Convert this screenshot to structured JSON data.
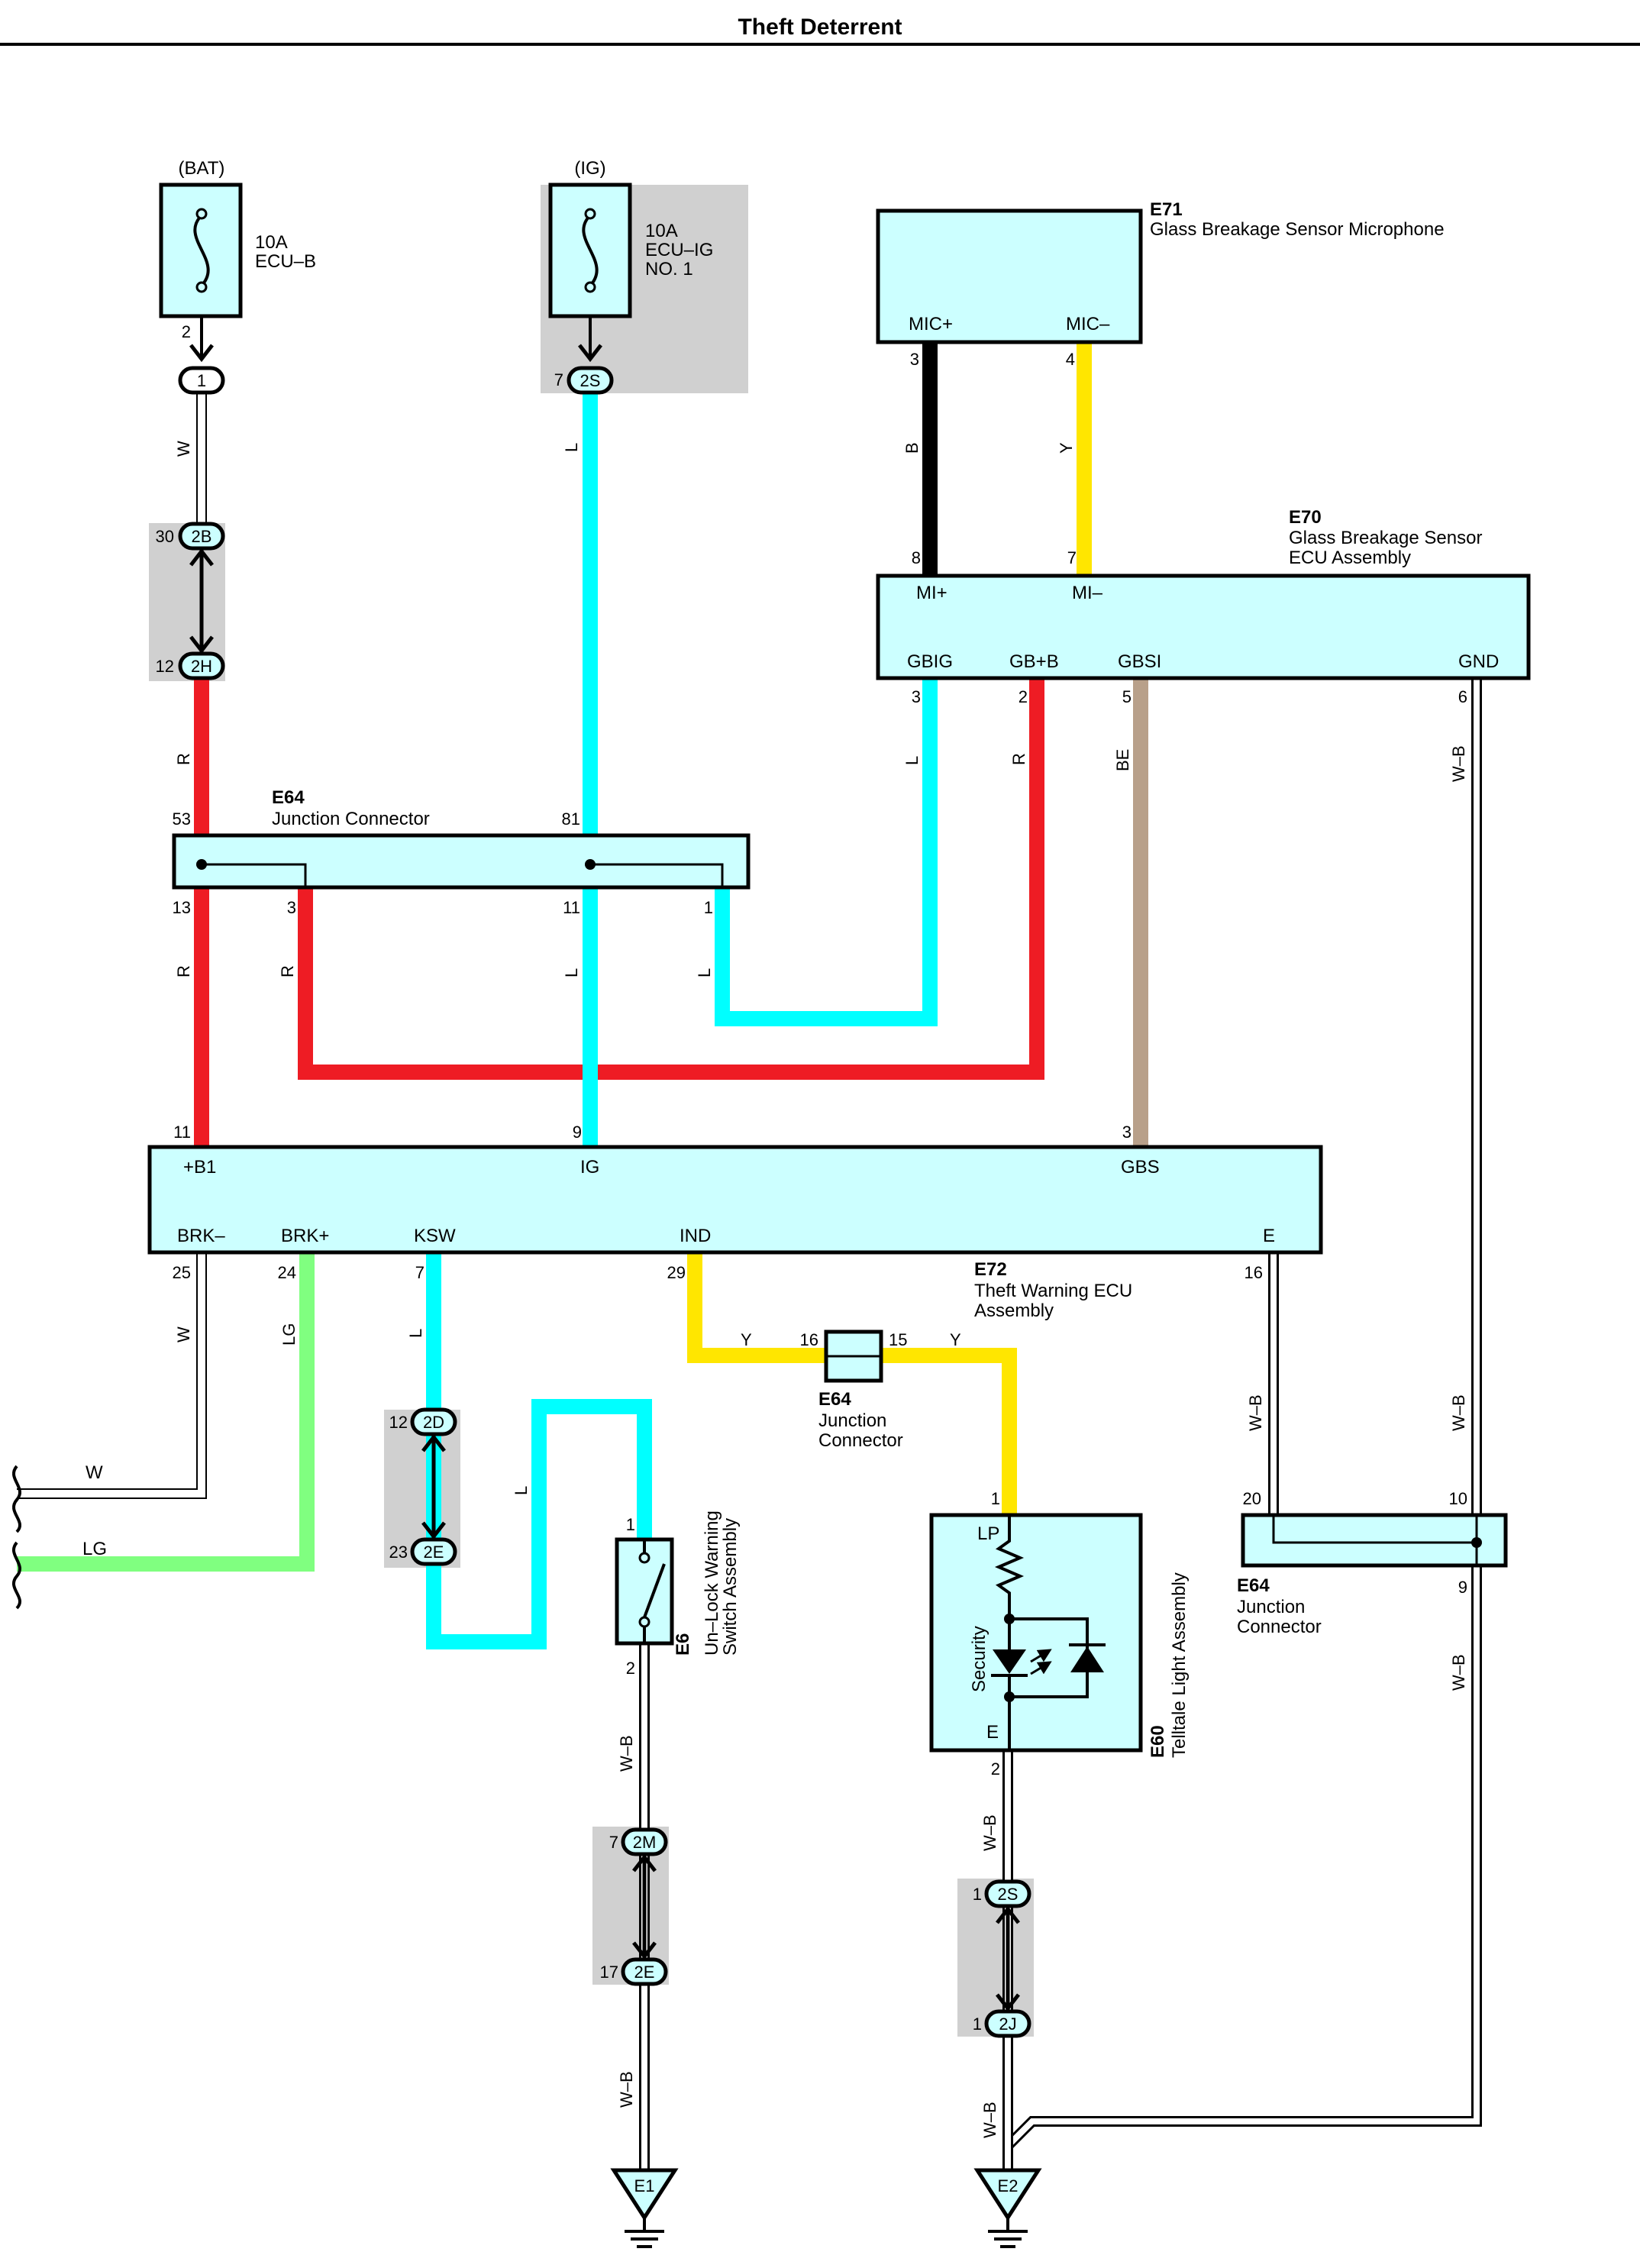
{
  "title": "Theft Deterrent",
  "fuses": {
    "bat": {
      "source": "(BAT)",
      "rating": "10A",
      "name": "ECU–B",
      "pin_out": "2",
      "connector": "1"
    },
    "ig": {
      "source": "(IG)",
      "rating": "10A",
      "name": "ECU–IG",
      "name2": "NO. 1",
      "pin_out": "7",
      "connector": "2S"
    }
  },
  "components": {
    "e71": {
      "code": "E71",
      "name": "Glass Breakage Sensor Microphone",
      "mic_plus": "MIC+",
      "mic_minus": "MIC–",
      "pin_a": "3",
      "pin_b": "4"
    },
    "e70": {
      "code": "E70",
      "name": "Glass Breakage Sensor",
      "name2": "ECU Assembly",
      "mi_plus": "MI+",
      "mi_minus": "MI–",
      "gbig": "GBIG",
      "gbb": "GB+B",
      "gbsi": "GBSI",
      "gnd": "GND",
      "pin_miplus": "8",
      "pin_miminus": "7",
      "pin_gbig": "3",
      "pin_gbb": "2",
      "pin_gbsi": "5",
      "pin_gnd": "6"
    },
    "e64_top": {
      "code": "E64",
      "name": "Junction Connector",
      "pin53": "53",
      "pin81": "81",
      "pin13": "13",
      "pin3": "3",
      "pin11": "11",
      "pin1": "1"
    },
    "e72": {
      "code": "E72",
      "name": "Theft Warning ECU",
      "name2": "Assembly",
      "b1": "+B1",
      "ig": "IG",
      "gbs": "GBS",
      "brk_minus": "BRK–",
      "brk_plus": "BRK+",
      "ksw": "KSW",
      "ind": "IND",
      "e": "E",
      "pin_b1": "11",
      "pin_ig": "9",
      "pin_gbs": "3",
      "pin_brkm": "25",
      "pin_brkp": "24",
      "pin_ksw": "7",
      "pin_ind": "29",
      "pin_e": "16"
    },
    "e64_mid": {
      "code": "E64",
      "name": "Junction",
      "name2": "Connector",
      "pin16": "16",
      "pin15": "15"
    },
    "e64_right": {
      "code": "E64",
      "name": "Junction",
      "name2": "Connector",
      "pin20": "20",
      "pin10": "10",
      "pin9": "9"
    },
    "e6": {
      "code": "E6",
      "name": "Un–Lock Warning",
      "name2": "Switch Assembly",
      "pin1": "1",
      "pin2": "2"
    },
    "e60": {
      "code": "E60",
      "name": "Telltale Light Assembly",
      "lp": "LP",
      "security": "Security",
      "e": "E",
      "pin1": "1",
      "pin2": "2"
    }
  },
  "connectors": {
    "c2b": {
      "id": "2B",
      "pin": "30"
    },
    "c2h": {
      "id": "2H",
      "pin": "12"
    },
    "c2d": {
      "id": "2D",
      "pin": "12"
    },
    "c2e_a": {
      "id": "2E",
      "pin": "23"
    },
    "c2m": {
      "id": "2M",
      "pin": "7"
    },
    "c2e_b": {
      "id": "2E",
      "pin": "17"
    },
    "c2s": {
      "id": "2S",
      "pin": "1"
    },
    "c2j": {
      "id": "2J",
      "pin": "1"
    }
  },
  "grounds": {
    "e1": "E1",
    "e2": "E2"
  },
  "wire_colors": {
    "w": "W",
    "l": "L",
    "r": "R",
    "b": "B",
    "y": "Y",
    "be": "BE",
    "wb": "W–B",
    "lg": "LG"
  },
  "harness_labels": {
    "w": "W",
    "lg": "LG"
  },
  "colors": {
    "component_fill": "#ccffff",
    "shade": "#d0d0d0",
    "red": "#ee1c24",
    "cyan": "#00ffff",
    "yellow": "#ffe600",
    "black": "#000000",
    "beige": "#b8a08a",
    "light_green": "#80ff80"
  }
}
